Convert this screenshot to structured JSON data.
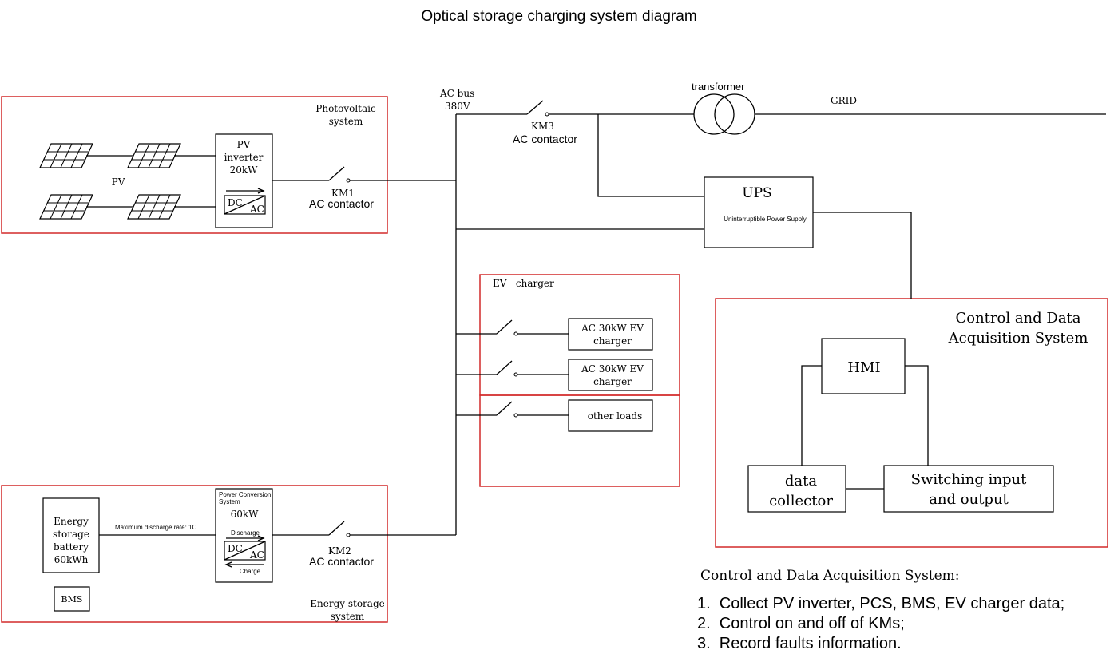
{
  "title": "Optical storage charging system diagram",
  "colors": {
    "group_border": "#d22a2a",
    "line": "#000000"
  },
  "bus": {
    "label": "AC bus",
    "voltage": "380V"
  },
  "grid": {
    "label": "GRID"
  },
  "transformer": {
    "label": "transformer"
  },
  "km3": {
    "id": "KM3",
    "label": "AC contactor"
  },
  "ups": {
    "title": "UPS",
    "subtitle": "Uninterruptible Power Supply"
  },
  "pv_system": {
    "title_line1": "Photovoltaic",
    "title_line2": "system",
    "pv_label": "PV",
    "inverter": {
      "line1": "PV",
      "line2": "inverter",
      "line3": "20kW",
      "dc": "DC",
      "ac": "AC"
    },
    "km1": {
      "id": "KM1",
      "label": "AC contactor"
    }
  },
  "ev_system": {
    "title": "EV   charger",
    "chargers": [
      {
        "line1": "AC 30kW EV",
        "line2": "charger"
      },
      {
        "line1": "AC 30kW EV",
        "line2": "charger"
      }
    ],
    "other_loads": "other loads"
  },
  "storage_system": {
    "title_line1": "Energy storage",
    "title_line2": "system",
    "battery": {
      "line1": "Energy",
      "line2": "storage",
      "line3": "battery",
      "line4": "60kWh"
    },
    "bms": "BMS",
    "discharge_rate": "Maximum discharge rate: 1C",
    "pcs": {
      "line1": "Power Conversion",
      "line2": "System",
      "rating": "60kW",
      "discharge": "Discharge",
      "charge": "Charge",
      "dc": "DC",
      "ac": "AC"
    },
    "km2": {
      "id": "KM2",
      "label": "AC contactor"
    }
  },
  "control_system": {
    "title_line1": "Control and Data",
    "title_line2": "Acquisition System",
    "hmi": "HMI",
    "collector": {
      "line1": "data",
      "line2": "collector"
    },
    "io": {
      "line1": "Switching input",
      "line2": "and output"
    }
  },
  "notes": {
    "heading": "Control and Data Acquisition System:",
    "items": [
      "1.  Collect PV inverter, PCS, BMS, EV charger data;",
      "2.  Control on and off of KMs;",
      "3.  Record faults information."
    ]
  }
}
